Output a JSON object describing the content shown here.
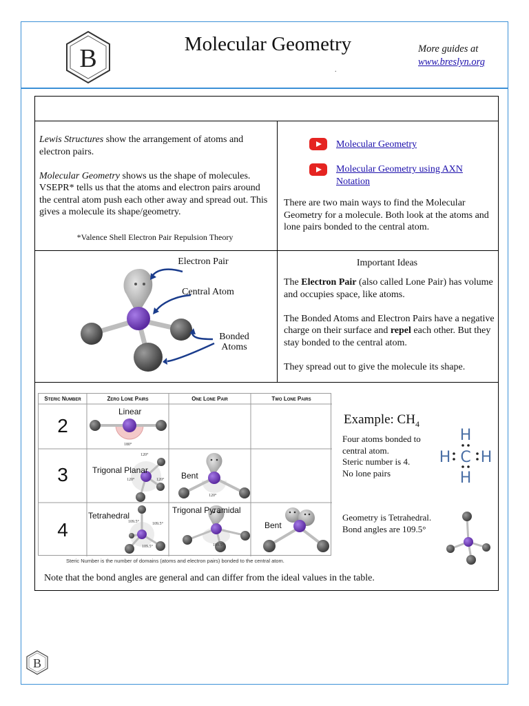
{
  "header": {
    "title": "Molecular Geometry",
    "title_dot": ".",
    "more_guides_label": "More guides at",
    "more_guides_link": "www.breslyn.org",
    "logo_letter": "B"
  },
  "intro": {
    "lewis_term": "Lewis Structures",
    "lewis_rest": " show the arrangement of atoms and electron pairs.",
    "mg_term": "Molecular Geometry",
    "mg_rest": " shows us the shape of molecules. VSEPR* tells us that the atoms and electron pairs around the central atom push each other away and spread out.  This gives a molecule its shape/geometry.",
    "footnote": "*Valence Shell Electron Pair Repulsion Theory"
  },
  "videos": {
    "links": [
      "Molecular Geometry",
      "Molecular Geometry using AXN Notation"
    ],
    "description": "There are two main ways to find the Molecular Geometry for a molecule.  Both look at the atoms and lone pairs bonded to the central atom."
  },
  "diagram": {
    "electron_pair": "Electron Pair",
    "central_atom": "Central Atom",
    "bonded_atoms": "Bonded Atoms"
  },
  "ideas": {
    "heading": "Important Ideas",
    "p1_pre": "The ",
    "p1_bold": "Electron Pair",
    "p1_post": " (also called Lone Pair) has volume and occupies space, like atoms.",
    "p2_pre": "The Bonded Atoms and Electron Pairs have a negative charge on their surface and ",
    "p2_bold": "repel",
    "p2_post": " each other.  But they stay bonded to the central atom.",
    "p3": "They spread out to give the molecule its shape."
  },
  "steric_table": {
    "headers": [
      "Steric Number",
      "Zero Lone Pairs",
      "One Lone Pair",
      "Two Lone Pairs"
    ],
    "rows": [
      {
        "number": "2",
        "zero": "Linear",
        "one": "",
        "two": ""
      },
      {
        "number": "3",
        "zero": "Trigonal Planar",
        "one": "Bent",
        "two": ""
      },
      {
        "number": "4",
        "zero": "Tetrahedral",
        "one": "Trigonal Pyramidal",
        "two": "Bent"
      }
    ],
    "angles": {
      "a180": "180°",
      "a120": "120°",
      "a109": "109.5°"
    },
    "footer": "Steric Number is the number of domains (atoms and electron pairs) bonded to the central atom."
  },
  "example": {
    "title": "Example:  CH",
    "subscript": "4",
    "description_lines": [
      "Four atoms bonded to",
      "central atom.",
      "Steric number is 4.",
      "No lone pairs"
    ],
    "geometry_lines": [
      "Geometry is Tetrahedral.",
      "Bond angles are 109.5°"
    ],
    "lewis": {
      "h": "H",
      "c": "C"
    }
  },
  "note": "Note that the bond angles are general and can differ from the ideal values in the table.",
  "colors": {
    "frame": "#3a8fd6",
    "central_atom": "#7b3fc4",
    "youtube": "#e52421",
    "link": "#1a0dab"
  }
}
